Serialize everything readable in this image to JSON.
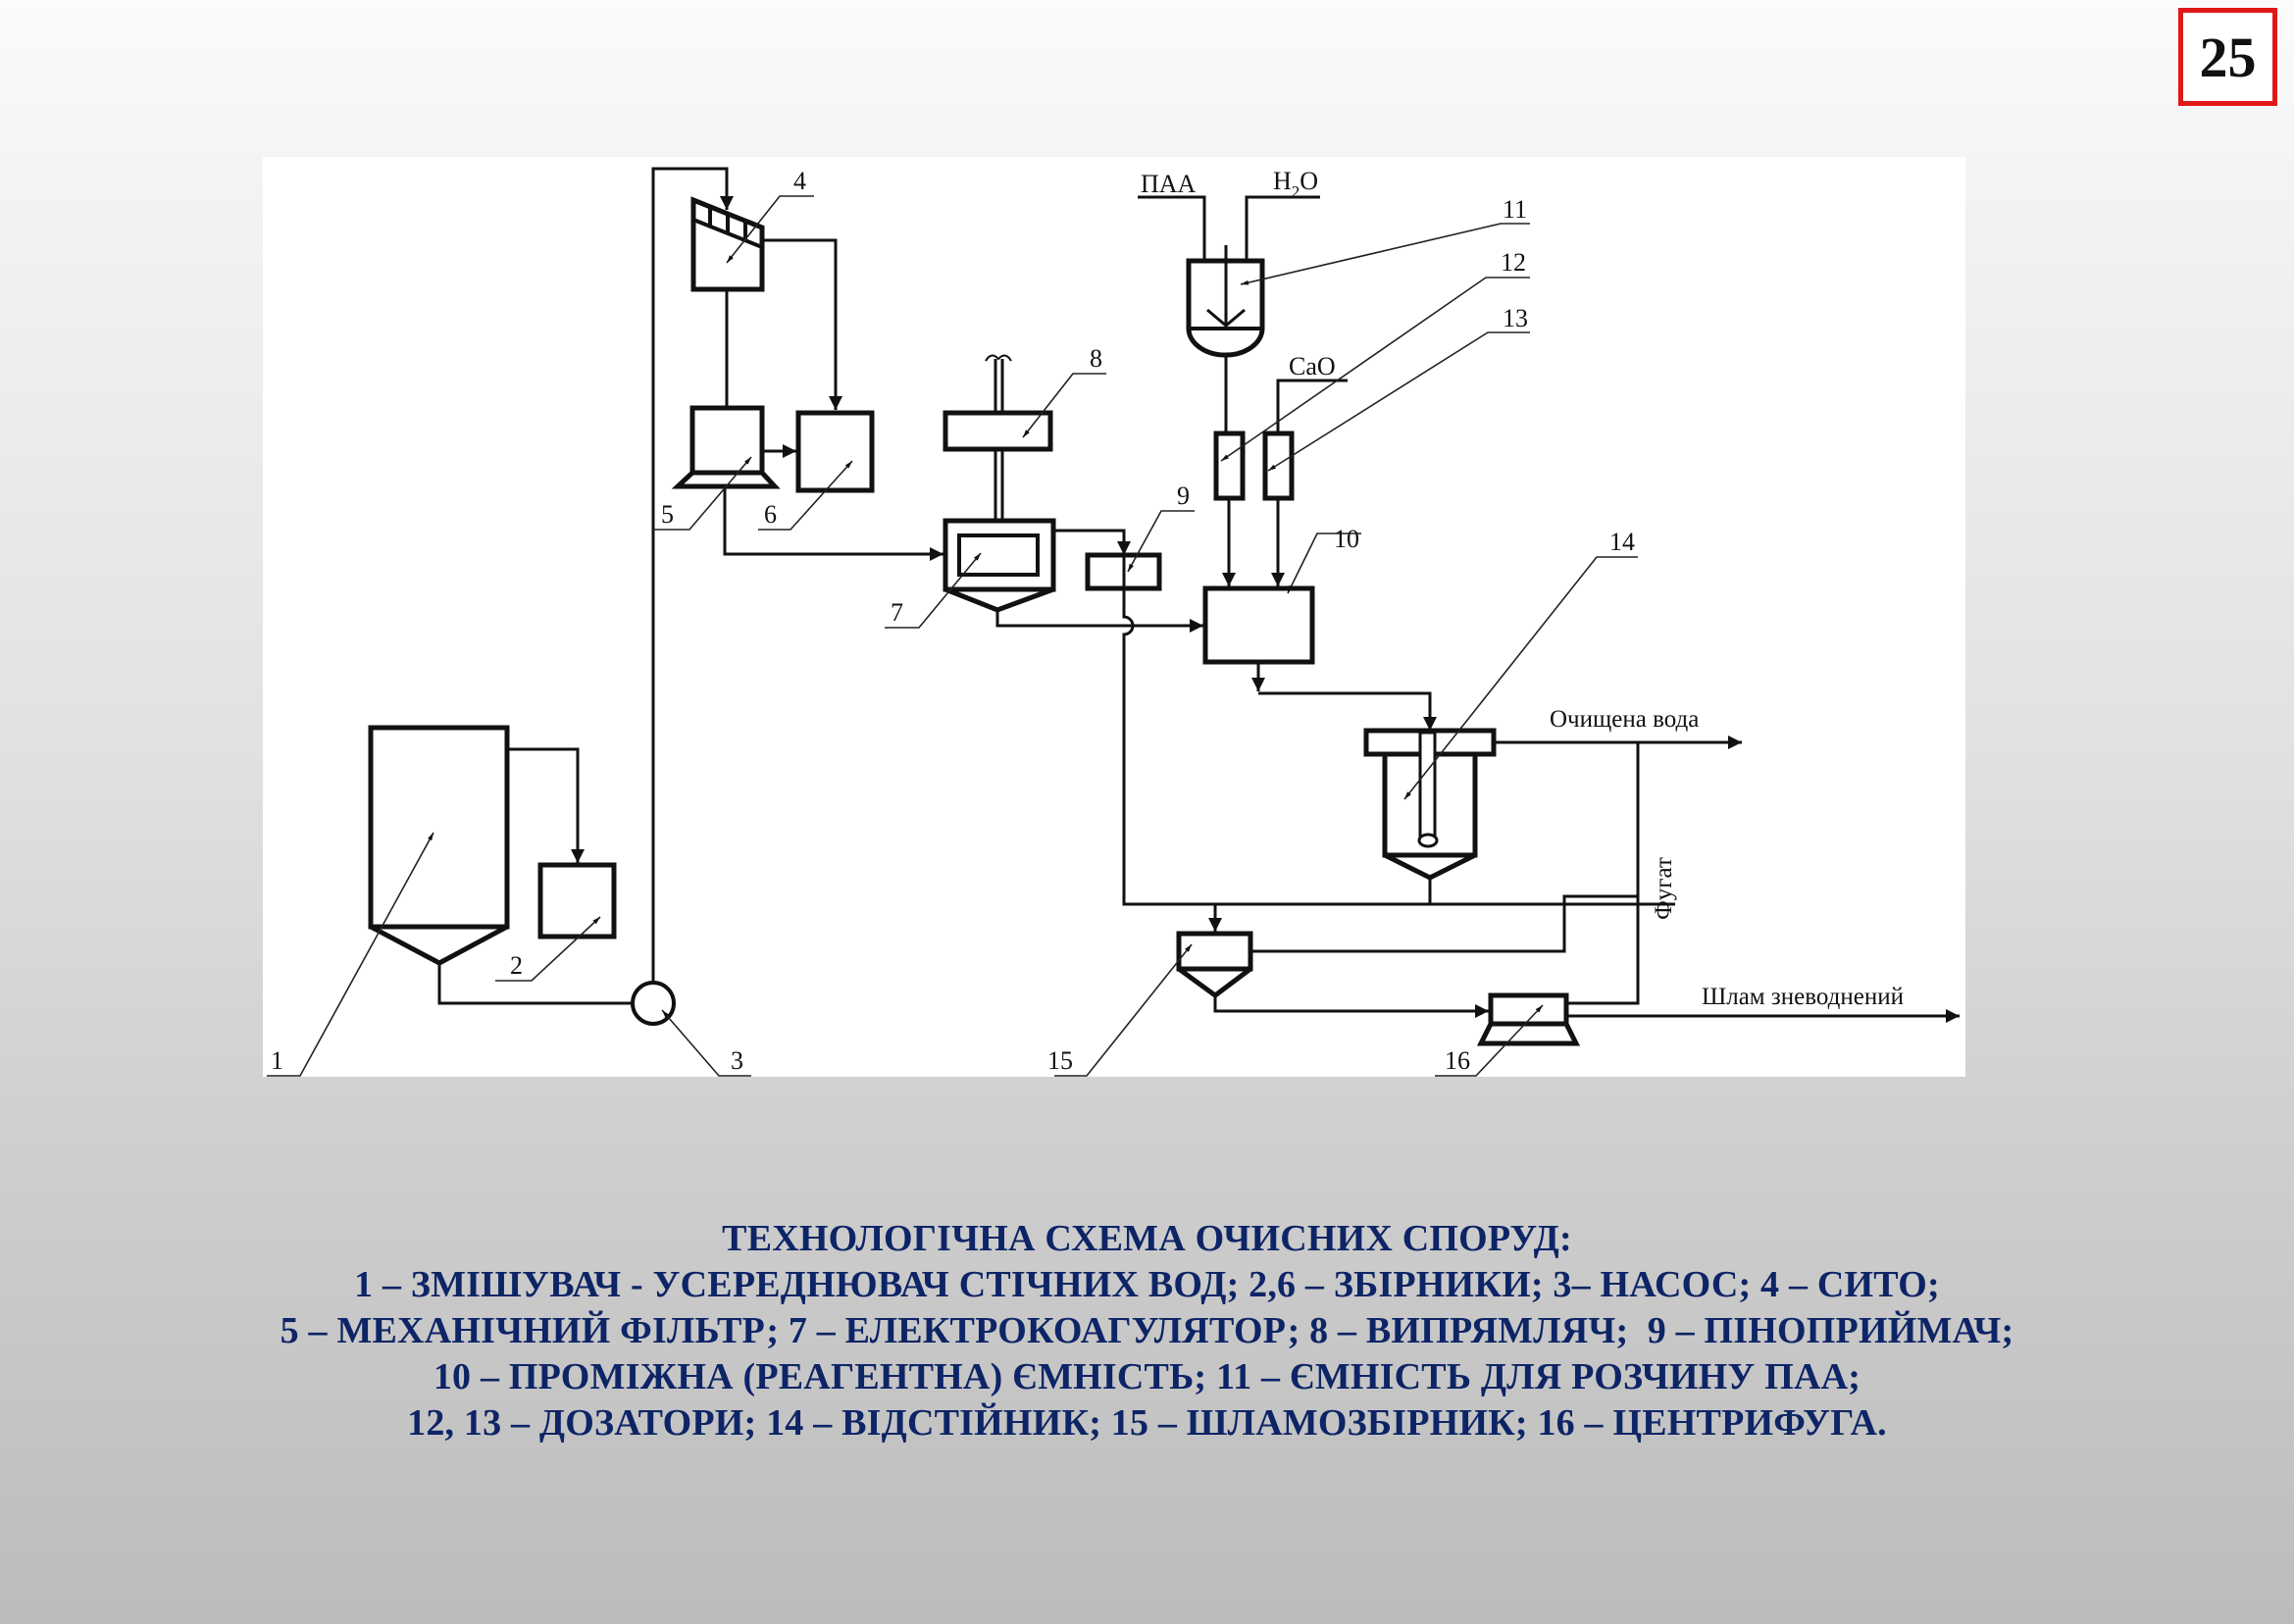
{
  "slide": {
    "page_number": "25",
    "colors": {
      "page_number_border": "#e01818",
      "caption_text": "#0d2466",
      "diagram_line": "#111111",
      "panel_background": "#ffffff"
    }
  },
  "diagram": {
    "inputs": {
      "paa": "ПАА",
      "water": "H",
      "water_sub": "2",
      "water_tail": "O",
      "cao": "CaO"
    },
    "outputs": {
      "clean_water": "Очищена вода",
      "dewatered_sludge": "Шлам зневоднений",
      "fugate": "Фугат"
    },
    "labels": {
      "n1": "1",
      "n2": "2",
      "n3": "3",
      "n4": "4",
      "n5": "5",
      "n6": "6",
      "n7": "7",
      "n8": "8",
      "n9": "9",
      "n10": "10",
      "n11": "11",
      "n12": "12",
      "n13": "13",
      "n14": "14",
      "n15": "15",
      "n16": "16"
    }
  },
  "caption": {
    "title": "ТЕХНОЛОГІЧНА СХЕМА ОЧИСНИХ СПОРУД:",
    "lines": [
      "1 – ЗМІШУВАЧ - УСЕРЕДНЮВАЧ СТІЧНИХ ВОД; 2,6 – ЗБІРНИКИ; 3– НАСОС; 4 – СИТО;",
      "5 – МЕХАНІЧНИЙ ФІЛЬТР; 7 – ЕЛЕКТРОКОАГУЛЯТОР; 8 – ВИПРЯМЛЯЧ;  9 – ПІНОПРИЙМАЧ;",
      "10 – ПРОМІЖНА (РЕАГЕНТНА) ЄМНІСТЬ; 11 – ЄМНІСТЬ ДЛЯ РОЗЧИНУ ПАА;",
      "12, 13 – ДОЗАТОРИ; 14 – ВІДСТІЙНИК; 15 – ШЛАМОЗБІРНИК; 16 – ЦЕНТРИФУГА."
    ]
  }
}
